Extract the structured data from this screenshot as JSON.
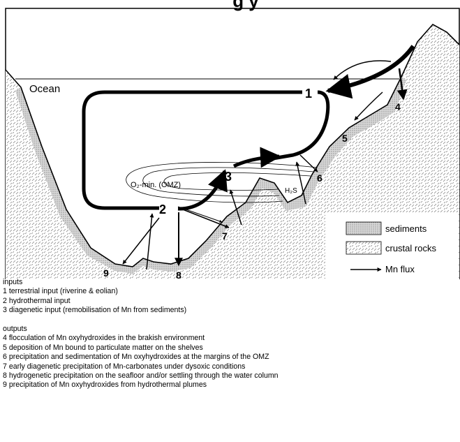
{
  "title_fragment": "g  y",
  "labels": {
    "ocean": "Ocean",
    "omz": "O₂-min. (OMZ)",
    "h2s": "H₂S"
  },
  "numbers": [
    "1",
    "2",
    "3",
    "4",
    "5",
    "6",
    "7",
    "8",
    "9"
  ],
  "legend": {
    "sediments": "sediments",
    "crustal": "crustal rocks",
    "flux": "Mn flux"
  },
  "inputs": {
    "heading": "inputs",
    "items": [
      "1 terrestrial input (riverine & eolian)",
      "2 hydrothermal input",
      "3 diagenetic input (remobilisation of Mn from sediments)"
    ]
  },
  "outputs": {
    "heading": "outputs",
    "items": [
      "4 flocculation of Mn oxyhydroxides in the brakish environment",
      "5 deposition of Mn bound to particulate matter on the shelves",
      "6 precipitation and sedimentation of Mn oxyhydroxides at the margins of the OMZ",
      "7 early diagenetic precipitation of Mn-carbonates under dysoxic conditions",
      "8 hydrogenetic precipitation on the seafloor and/or settling through the water column",
      "9 precipitation of Mn oxyhydroxides from hydrothermal plumes"
    ]
  }
}
